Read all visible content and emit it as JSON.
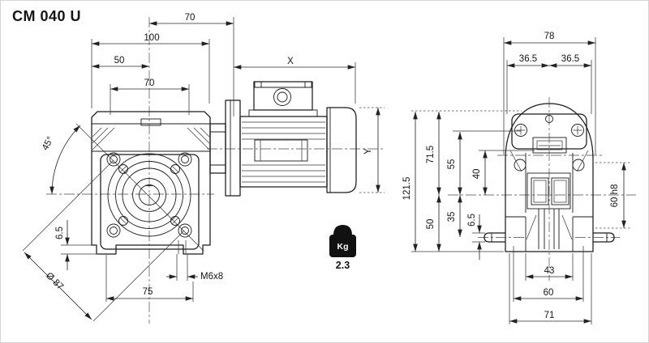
{
  "title": "CM 040 U",
  "weight": {
    "unit": "Kg",
    "value": "2.3"
  },
  "front_view": {
    "dims": {
      "shaft_to_motor_flange": "70",
      "overall_width": "100",
      "center_offset": "50",
      "flange_bolt_spacing": "70",
      "motor_length": "X",
      "motor_height": "Y",
      "flange_angle": "45°",
      "foot_pad_height": "6.5",
      "bolt_circle_diameter": "Ø 87",
      "foot_hole_spacing": "75",
      "tapped_hole": "M6x8"
    }
  },
  "side_view": {
    "dims": {
      "overall_width": "78",
      "center_to_left": "36.5",
      "center_to_right": "36.5",
      "overall_height": "121.5",
      "axis_to_top": "71.5",
      "axis_to_base": "50",
      "axis_to_screws": "55",
      "axis_to_plate": "40",
      "axis_to_foot_axis": "35",
      "foot_pad_height": "6.5",
      "spigot_diameter": "60 h8",
      "rib_spacing": "43",
      "boss_width": "60",
      "base_width": "71"
    }
  }
}
